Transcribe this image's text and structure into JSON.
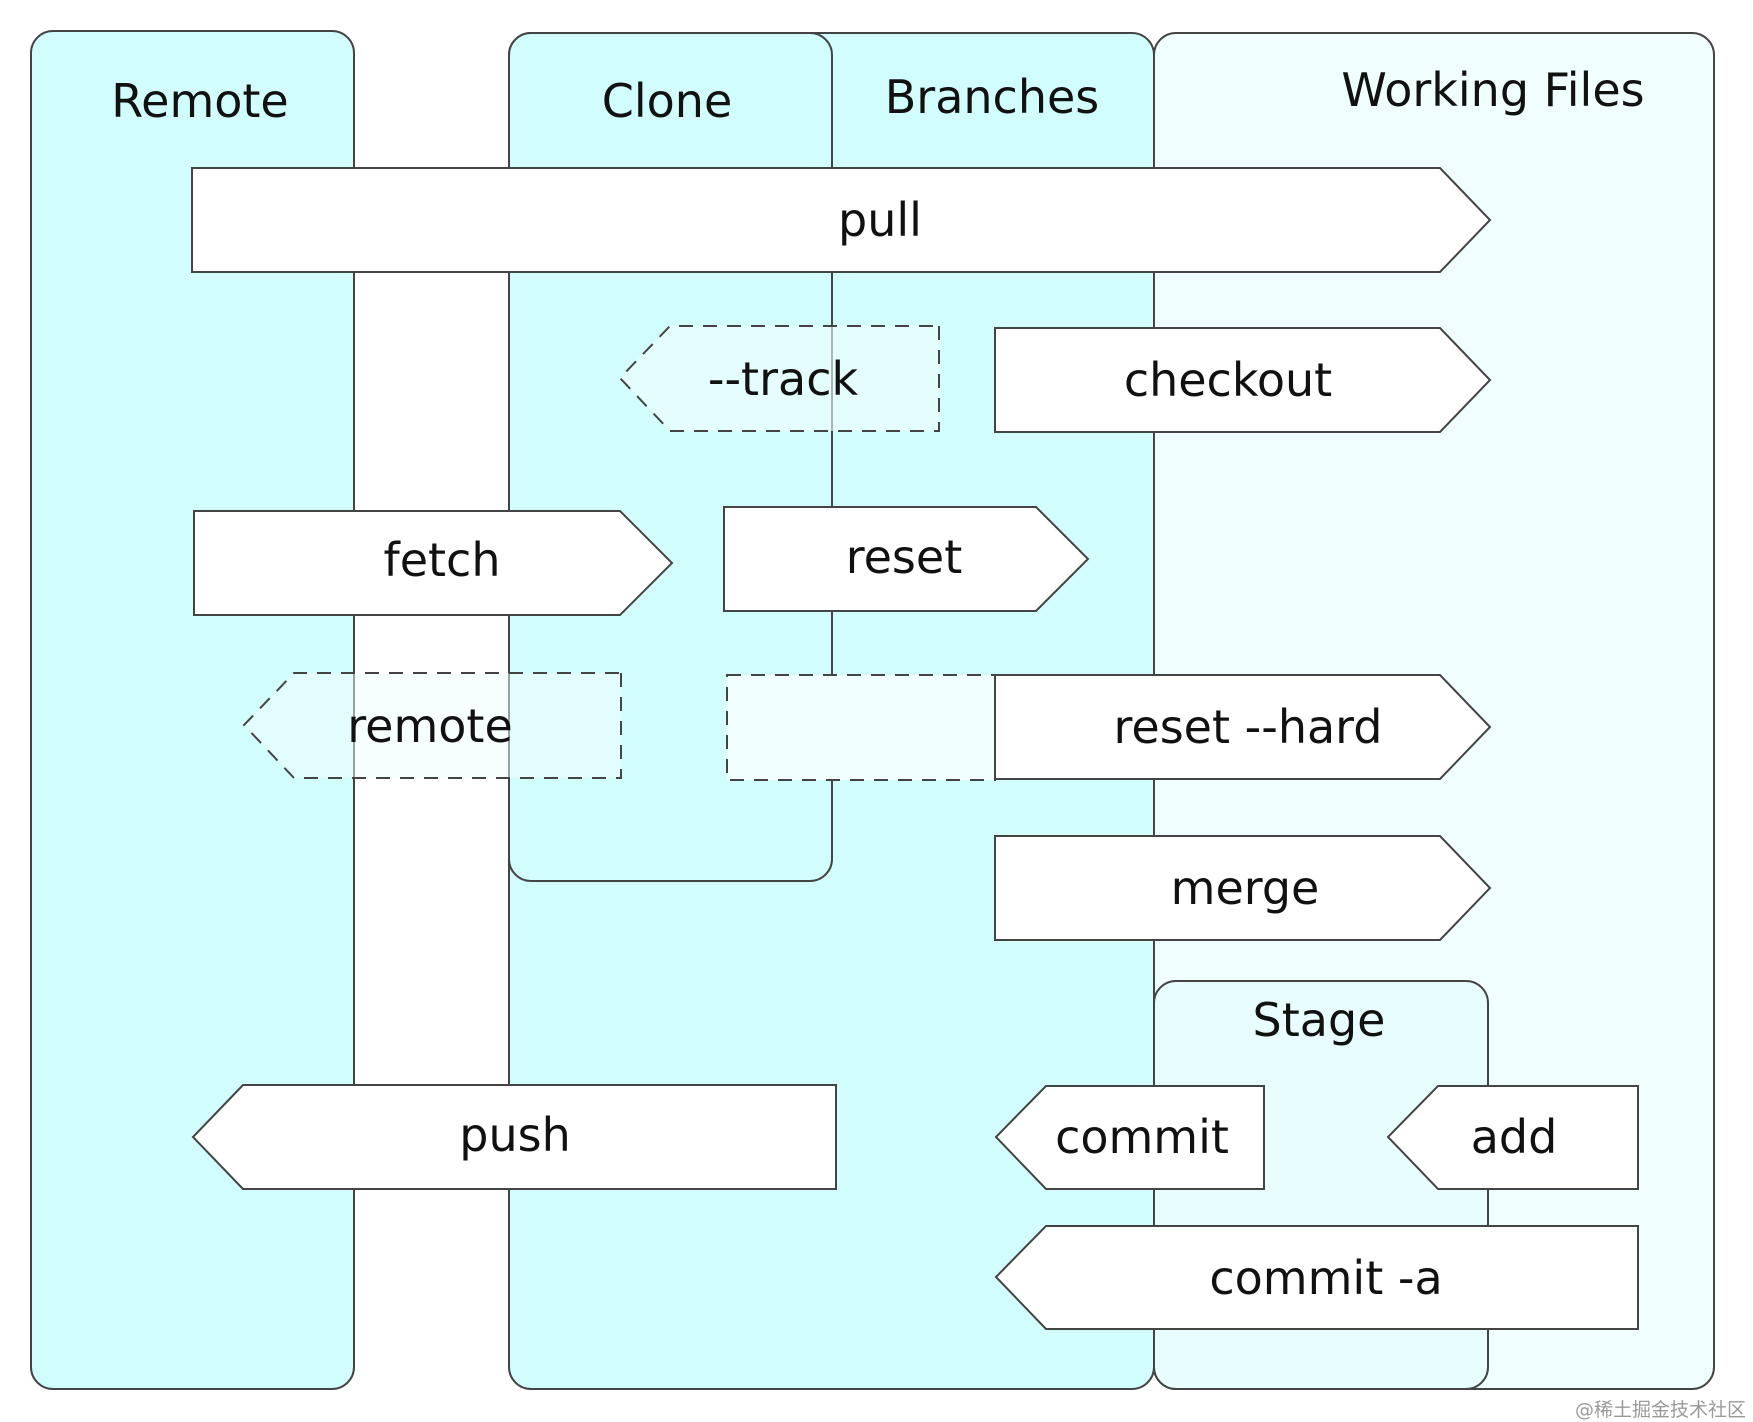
{
  "colors": {
    "remote_fill": "#d2fdfd",
    "clone_fill": "#d2fdfd",
    "branches_fill": "#d2fdfd",
    "working_fill": "#f0fefe",
    "stage_fill": "#e8fefe",
    "arrow_fill": "#ffffff",
    "stroke": "#444444"
  },
  "regions": {
    "remote": "Remote",
    "clone": "Clone",
    "branches": "Branches",
    "working_files": "Working Files",
    "stage": "Stage"
  },
  "commands": {
    "pull": "pull",
    "track": "--track",
    "checkout": "checkout",
    "fetch": "fetch",
    "reset": "reset",
    "remote": "remote",
    "reset_hard": "reset --hard",
    "merge": "merge",
    "push": "push",
    "commit": "commit",
    "add": "add",
    "commit_a": "commit -a"
  },
  "watermark": "@稀土掘金技术社区"
}
